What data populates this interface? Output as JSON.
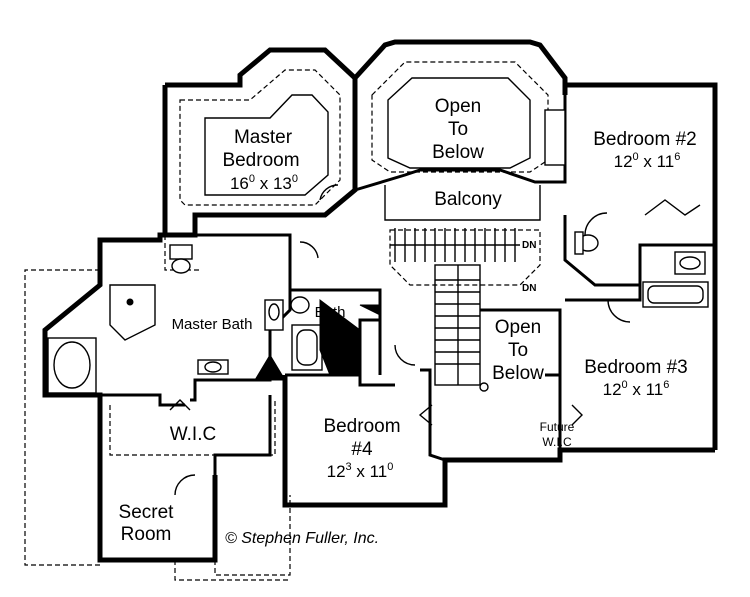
{
  "rooms": {
    "master_bedroom": {
      "name_line1": "Master",
      "name_line2": "Bedroom",
      "dim_w": "16",
      "dim_w_sup": "0",
      "dim_sep": " x ",
      "dim_h": "13",
      "dim_h_sup": "0"
    },
    "open_to_below_top": {
      "line1": "Open",
      "line2": "To",
      "line3": "Below"
    },
    "balcony": {
      "name": "Balcony"
    },
    "bedroom2": {
      "name": "Bedroom #2",
      "dim_w": "12",
      "dim_w_sup": "0",
      "dim_sep": " x ",
      "dim_h": "11",
      "dim_h_sup": "6"
    },
    "master_bath": {
      "name": "Master Bath"
    },
    "bath": {
      "name": "Bath"
    },
    "open_to_below_mid": {
      "line1": "Open",
      "line2": "To",
      "line3": "Below"
    },
    "bedroom3": {
      "name": "Bedroom #3",
      "dim_w": "12",
      "dim_w_sup": "0",
      "dim_sep": " x ",
      "dim_h": "11",
      "dim_h_sup": "6"
    },
    "wic": {
      "name": "W.I.C"
    },
    "bedroom4": {
      "name_line1": "Bedroom",
      "name_line2": "#4",
      "dim_w": "12",
      "dim_w_sup": "3",
      "dim_sep": " x ",
      "dim_h": "11",
      "dim_h_sup": "0"
    },
    "future": {
      "line1": "Future",
      "line2": "W.I.C"
    },
    "secret_room": {
      "line1": "Secret",
      "line2": "Room"
    }
  },
  "stairs": {
    "dn_label_1": "DN",
    "dn_label_2": "DN"
  },
  "credit": "© Stephen Fuller, Inc."
}
